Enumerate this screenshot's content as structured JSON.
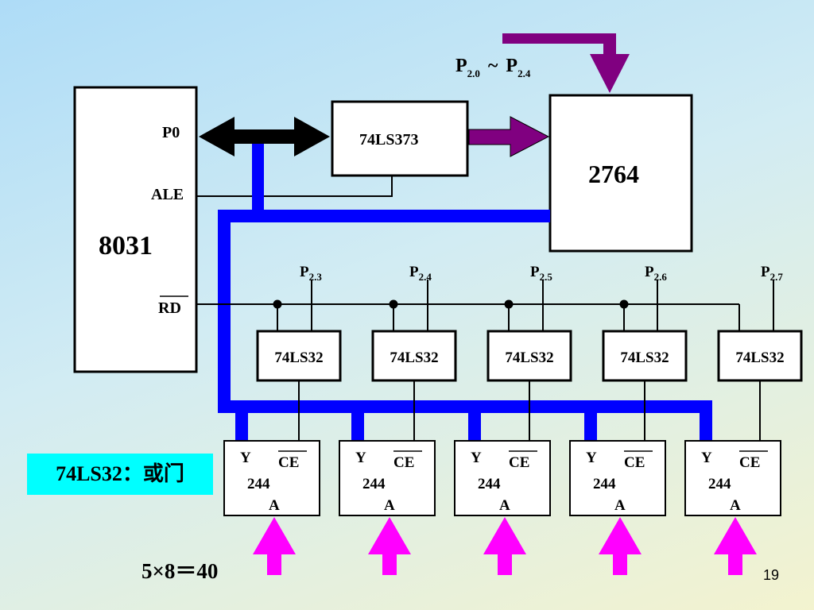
{
  "chips": {
    "cpu": {
      "name": "8031",
      "p0": "P0",
      "ale": "ALE",
      "rd": "RD"
    },
    "latch": "74LS373",
    "eprom": "2764",
    "addr_label": {
      "p": "P",
      "sub_start": "2.0",
      "tilde": "~",
      "sub_end": "2.4"
    }
  },
  "or_gates": [
    {
      "label": "74LS32",
      "port": "P",
      "port_sub": "2.3"
    },
    {
      "label": "74LS32",
      "port": "P",
      "port_sub": "2.4"
    },
    {
      "label": "74LS32",
      "port": "P",
      "port_sub": "2.5"
    },
    {
      "label": "74LS32",
      "port": "P",
      "port_sub": "2.6"
    },
    {
      "label": "74LS32",
      "port": "P",
      "port_sub": "2.7"
    }
  ],
  "buffers": [
    {
      "y": "Y",
      "ce": "CE",
      "name": "244",
      "a": "A"
    },
    {
      "y": "Y",
      "ce": "CE",
      "name": "244",
      "a": "A"
    },
    {
      "y": "Y",
      "ce": "CE",
      "name": "244",
      "a": "A"
    },
    {
      "y": "Y",
      "ce": "CE",
      "name": "244",
      "a": "A"
    },
    {
      "y": "Y",
      "ce": "CE",
      "name": "244",
      "a": "A"
    }
  ],
  "legend": "74LS32：或门",
  "formula": "5×8＝40",
  "page_number": "19",
  "colors": {
    "data_bus": "#0000ff",
    "address_arrow": "#800080",
    "input_arrow": "#ff00ff",
    "p0_arrow": "#000000",
    "legend_bg": "#00ffff"
  }
}
